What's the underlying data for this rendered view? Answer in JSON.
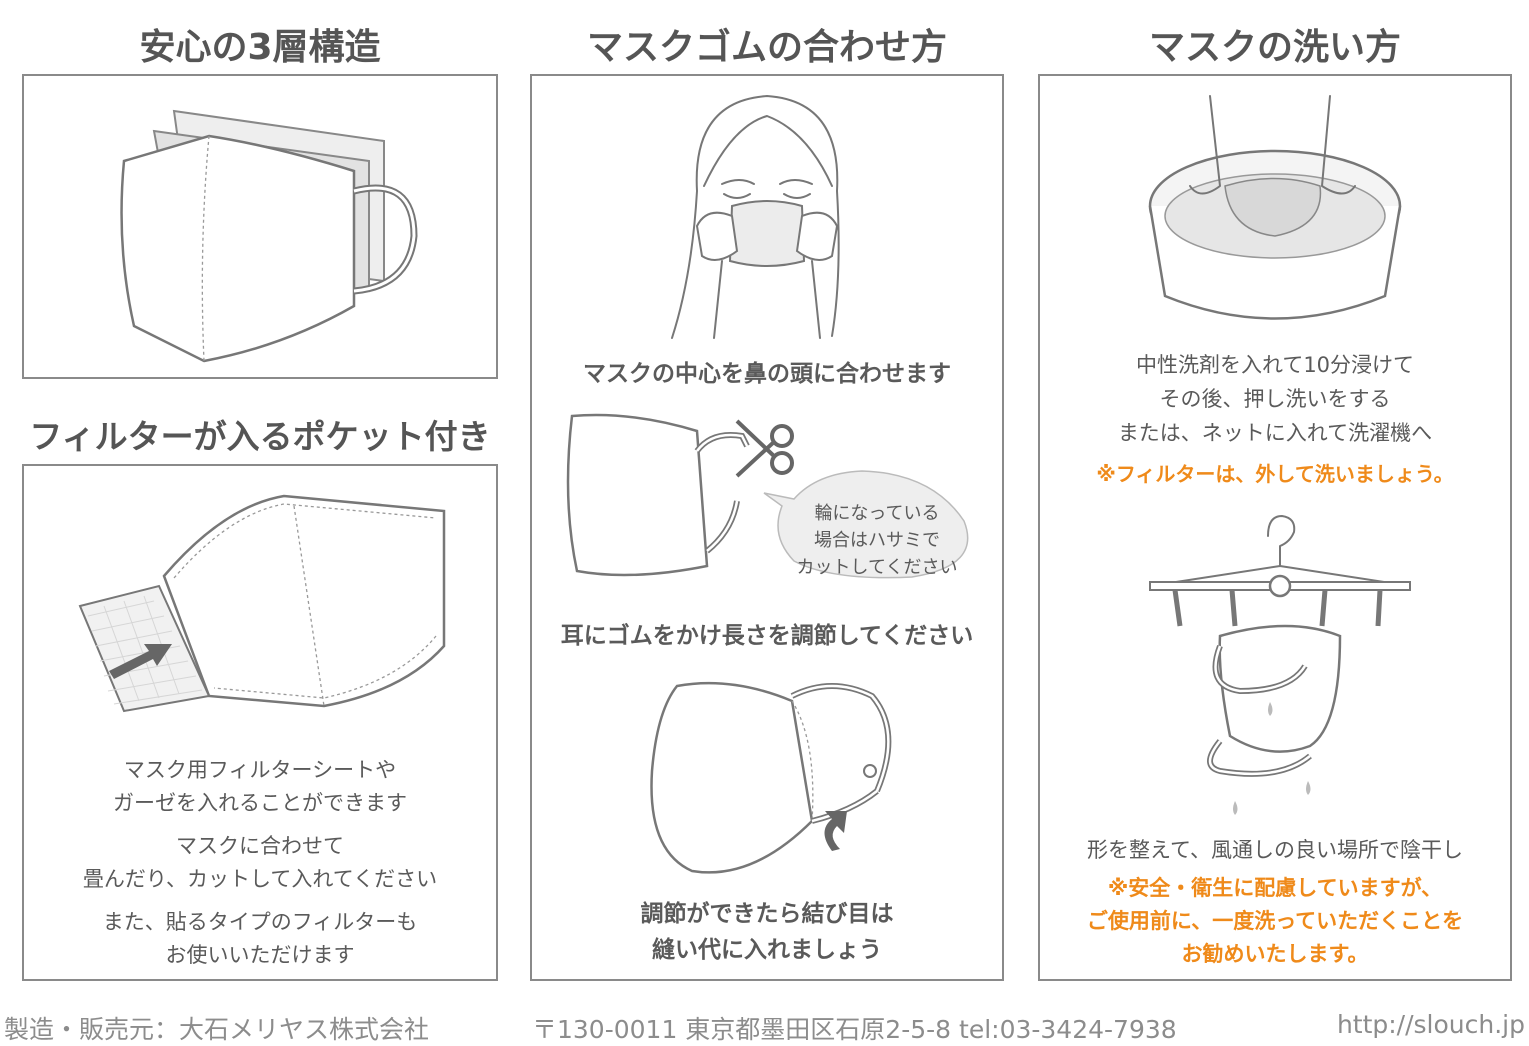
{
  "col1": {
    "heading": "安心の3層構造",
    "pocket_heading": "フィルターが入るポケット付き",
    "text1": [
      "マスク用フィルターシートや",
      "ガーゼを入れることができます"
    ],
    "text2": [
      "マスクに合わせて",
      "畳んだり、カットして入れてください"
    ],
    "text3": [
      "また、貼るタイプのフィルターも",
      "お使いいただけます"
    ]
  },
  "col2": {
    "heading": "マスクゴムの合わせ方",
    "step1": "マスクの中心を鼻の頭に合わせます",
    "bubble": [
      "輪になっている",
      "場合はハサミで",
      "カットしてください"
    ],
    "step2": "耳にゴムをかけ長さを調節してください",
    "step3": [
      "調節ができたら結び目は",
      "縫い代に入れましょう"
    ]
  },
  "col3": {
    "heading": "マスクの洗い方",
    "wash": [
      "中性洗剤を入れて10分浸けて",
      "その後、押し洗いをする",
      "または、ネットに入れて洗濯機へ"
    ],
    "wash_note": "※フィルターは、外して洗いましょう。",
    "dry": "形を整えて、風通しの良い場所で陰干し",
    "notice": [
      "※安全・衛生に配慮していますが、",
      "ご使用前に、一度洗っていただくことを",
      "お勧めいたします。"
    ]
  },
  "footer": {
    "maker": "製造・販売元：大石メリヤス株式会社",
    "address": "〒130-0011 東京都墨田区石原2-5-8 tel:03-3424-7938",
    "url": "http://slouch.jp"
  },
  "colors": {
    "accent": "#ef8a1a",
    "border": "#8a8a8a",
    "text": "#555555"
  },
  "icons": [
    "mask-icon",
    "arrow-icon",
    "woman-face-icon",
    "scissors-icon",
    "speech-bubble-icon",
    "basin-hands-icon",
    "hanger-icon"
  ]
}
